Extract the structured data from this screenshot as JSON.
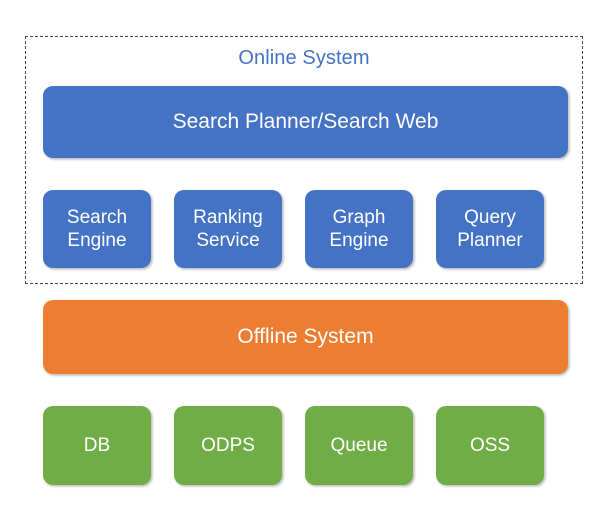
{
  "diagram": {
    "type": "block-architecture",
    "background_color": "#ffffff",
    "palette": {
      "blue": "#4472C4",
      "orange": "#ED7D31",
      "green": "#70AD47",
      "dashed_border": "#3B4A63",
      "label_white": "#FFFFFF"
    },
    "group": {
      "title": "Online System",
      "title_color": "#4472C4",
      "border_style": "dashed"
    },
    "online_banner": {
      "label": "Search Planner/Search Web",
      "color": "#4472C4"
    },
    "services_row": [
      {
        "label": "Search\nEngine",
        "color": "#4472C4"
      },
      {
        "label": "Ranking\nService",
        "color": "#4472C4"
      },
      {
        "label": "Graph\nEngine",
        "color": "#4472C4"
      },
      {
        "label": "Query\nPlanner",
        "color": "#4472C4"
      }
    ],
    "offline_banner": {
      "label": "Offline System",
      "color": "#ED7D31"
    },
    "storage_row": [
      {
        "label": "DB",
        "color": "#70AD47"
      },
      {
        "label": "ODPS",
        "color": "#70AD47"
      },
      {
        "label": "Queue",
        "color": "#70AD47"
      },
      {
        "label": "OSS",
        "color": "#70AD47"
      }
    ]
  }
}
